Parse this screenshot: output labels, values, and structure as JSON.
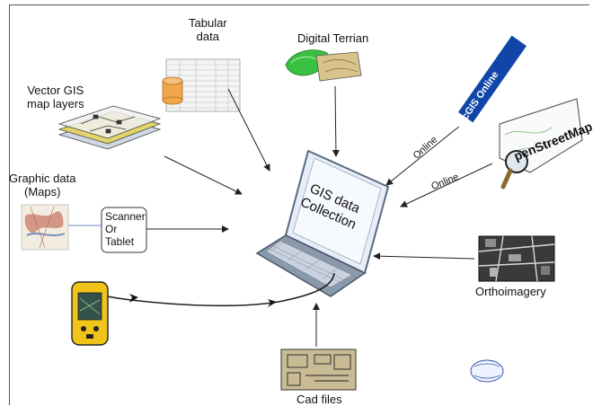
{
  "labels": {
    "tabular": "Tabular\ndata",
    "terrain": "Digital Terrian",
    "vector": "Vector GIS\nmap layers",
    "graphic": "Graphic data\n(Maps)",
    "scanner": "Scanner\nOr\nTablet",
    "laptop": "GIS data\nCollection",
    "arcgis": "ArcGIS Online",
    "osm": "penStreetMap",
    "online1": "Online",
    "online2": "Online",
    "ortho": "Orthoimagery",
    "cad": "Cad files"
  },
  "colors": {
    "arcgis_bg": "#1146a8",
    "laptop_screen": "#e8eef7",
    "laptop_body": "#8a9aad",
    "terrain_green": "#39c043",
    "terrain_tan": "#d8c48a",
    "gps_yellow": "#f0c419",
    "vector_yellow": "#e2d36b",
    "cyl_orange": "#f2a64a",
    "cad_tan": "#c9bc94"
  }
}
